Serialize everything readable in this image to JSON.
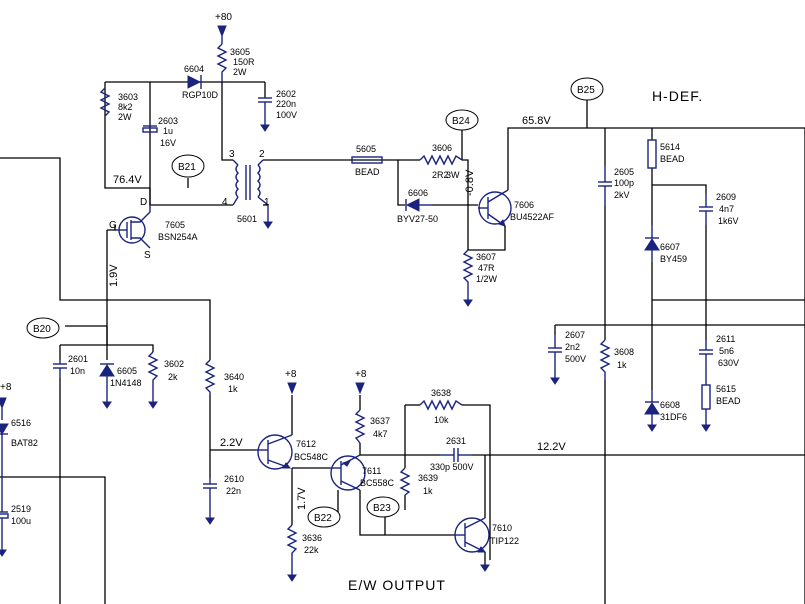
{
  "supplies": {
    "plus80": "+80",
    "plus8_a": "+8",
    "plus8_b": "+8",
    "plus8_c": "+8"
  },
  "section_label": "H-DEF.",
  "output_label": "E/W  OUTPUT",
  "bubbles": {
    "b20": "B20",
    "b21": "B21",
    "b22": "B22",
    "b23": "B23",
    "b24": "B24",
    "b25": "B25"
  },
  "voltages": {
    "v658": "65.8V",
    "v764": "76.4V",
    "v19": "1.9V",
    "v22": "2.2V",
    "v17": "1.7V",
    "v122": "12.2V",
    "vneg08": "-0.8V"
  },
  "pins": {
    "p3": "3",
    "p2": "2",
    "p4": "4",
    "p1": "1",
    "pD": "D",
    "pG": "G",
    "pS": "S"
  },
  "components": {
    "r3605": [
      "3605",
      "150R",
      "2W"
    ],
    "d6604": [
      "6604",
      "RGP10D"
    ],
    "r3603": [
      "3603",
      "8k2",
      "2W"
    ],
    "c2603": [
      "2603",
      "1u",
      "16V"
    ],
    "c2602": [
      "2602",
      "220n",
      "100V"
    ],
    "l5605": [
      "5605",
      "BEAD"
    ],
    "r3606": [
      "3606",
      "2R2",
      "3W"
    ],
    "d6606": [
      "6606",
      "BYV27-50"
    ],
    "q7606": [
      "7606",
      "BU4522AF"
    ],
    "r3607": [
      "3607",
      "47R",
      "1/2W"
    ],
    "t5601": [
      "5601"
    ],
    "q7605": [
      "7605",
      "BSN254A"
    ],
    "l5614": [
      "5614",
      "BEAD"
    ],
    "c2605": [
      "2605",
      "100p",
      "2kV"
    ],
    "c2609": [
      "2609",
      "4n7",
      "1k6V"
    ],
    "d6607": [
      "6607",
      "BY459"
    ],
    "c2607": [
      "2607",
      "2n2",
      "500V"
    ],
    "r3608": [
      "3608",
      "1k"
    ],
    "c2611": [
      "2611",
      "5n6",
      "630V"
    ],
    "d6608": [
      "6608",
      "31DF6"
    ],
    "l5615": [
      "5615",
      "BEAD"
    ],
    "c2601": [
      "2601",
      "10n"
    ],
    "d6605": [
      "6605",
      "1N4148"
    ],
    "r3602": [
      "3602",
      "2k"
    ],
    "r3640": [
      "3640",
      "1k"
    ],
    "d6516": [
      "6516",
      "BAT82"
    ],
    "c2519": [
      "2519",
      "100u"
    ],
    "q7612": [
      "7612",
      "BC548C"
    ],
    "c2610": [
      "2610",
      "22n"
    ],
    "r3636": [
      "3636",
      "22k"
    ],
    "r3637": [
      "3637",
      "4k7"
    ],
    "q7611": [
      "7611",
      "BC558C"
    ],
    "r3638": [
      "3638",
      "10k"
    ],
    "c2631": [
      "2631",
      "330p 500V"
    ],
    "r3639": [
      "3639",
      "1k"
    ],
    "q7610": [
      "7610",
      "TIP122"
    ]
  }
}
